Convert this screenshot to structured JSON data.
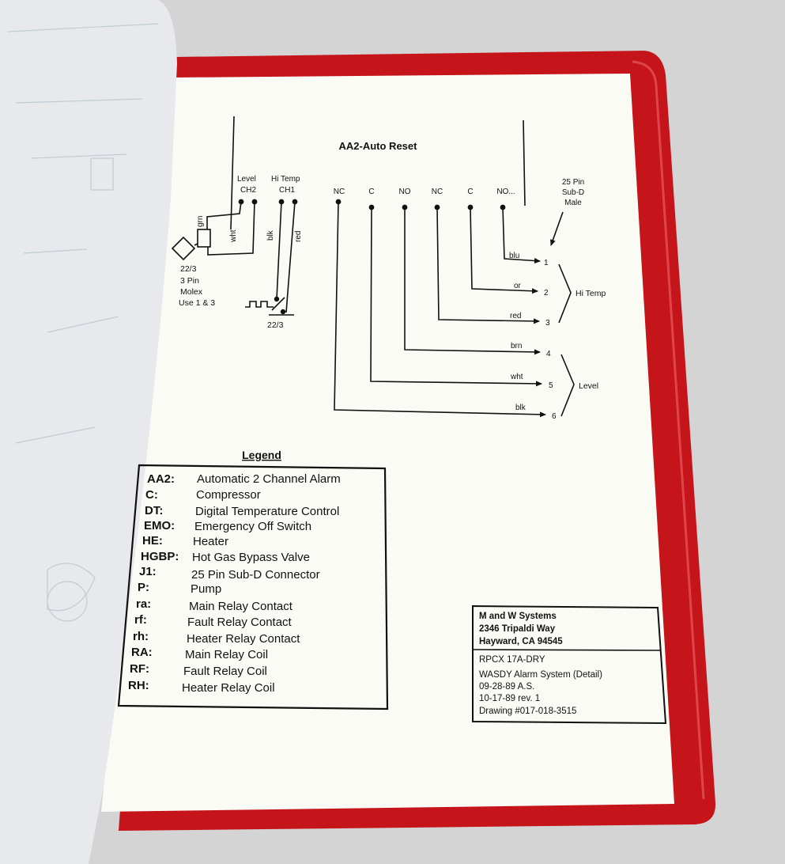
{
  "diagram": {
    "title": "AA2-Auto  Reset",
    "ch2": {
      "label": "Level",
      "sub": "CH2"
    },
    "ch1": {
      "label": "Hi Temp",
      "sub": "CH1"
    },
    "contacts": [
      "NC",
      "C",
      "NO",
      "NC",
      "C",
      "NO..."
    ],
    "connector": {
      "line1": "25 Pin",
      "line2": "Sub-D",
      "line3": "Male"
    },
    "wires": {
      "grn": "grn",
      "wht": "wht",
      "blk": "blk",
      "red": "red"
    },
    "molex": {
      "gauge": "22/3",
      "line1": "3 Pin",
      "line2": "Molex",
      "line3": "Use 1 & 3"
    },
    "sensor_gauge": "22/3",
    "pins": [
      {
        "num": "1",
        "color": "blu"
      },
      {
        "num": "2",
        "color": "or"
      },
      {
        "num": "3",
        "color": "red"
      },
      {
        "num": "4",
        "color": "brn"
      },
      {
        "num": "5",
        "color": "wht"
      },
      {
        "num": "6",
        "color": "blk"
      }
    ],
    "group_hi_temp": "Hi Temp",
    "group_level": "Level"
  },
  "legend": {
    "title": "Legend",
    "items": [
      {
        "abbr": "AA2:",
        "text": "Automatic 2 Channel Alarm"
      },
      {
        "abbr": "C:",
        "text": "Compressor"
      },
      {
        "abbr": "DT:",
        "text": "Digital Temperature Control"
      },
      {
        "abbr": "EMO:",
        "text": "Emergency Off Switch"
      },
      {
        "abbr": "HE:",
        "text": "Heater"
      },
      {
        "abbr": "HGBP:",
        "text": "Hot Gas Bypass Valve"
      },
      {
        "abbr": "J1:",
        "text": "25 Pin Sub-D Connector"
      },
      {
        "abbr": "P:",
        "text": "Pump"
      },
      {
        "abbr": "ra:",
        "text": "Main Relay Contact"
      },
      {
        "abbr": "rf:",
        "text": "Fault Relay Contact"
      },
      {
        "abbr": "rh:",
        "text": "Heater Relay Contact"
      },
      {
        "abbr": "RA:",
        "text": "Main Relay Coil"
      },
      {
        "abbr": "RF:",
        "text": "Fault Relay Coil"
      },
      {
        "abbr": "RH:",
        "text": "Heater Relay Coil"
      }
    ]
  },
  "title_block": {
    "company": "M and W Systems",
    "street": "2346  Tripaldi  Way",
    "city": "Hayward,  CA   94545",
    "model": "RPCX 17A-DRY",
    "desc": "WASDY Alarm System (Detail)",
    "date1": "09-28-89    A.S.",
    "date2": "10-17-89    rev.  1",
    "drawing": "Drawing   #017-018-3515"
  },
  "colors": {
    "folder": "#c8161c",
    "paper": "#fbfbf6",
    "background": "#d4d4d4",
    "ink": "#111111"
  }
}
